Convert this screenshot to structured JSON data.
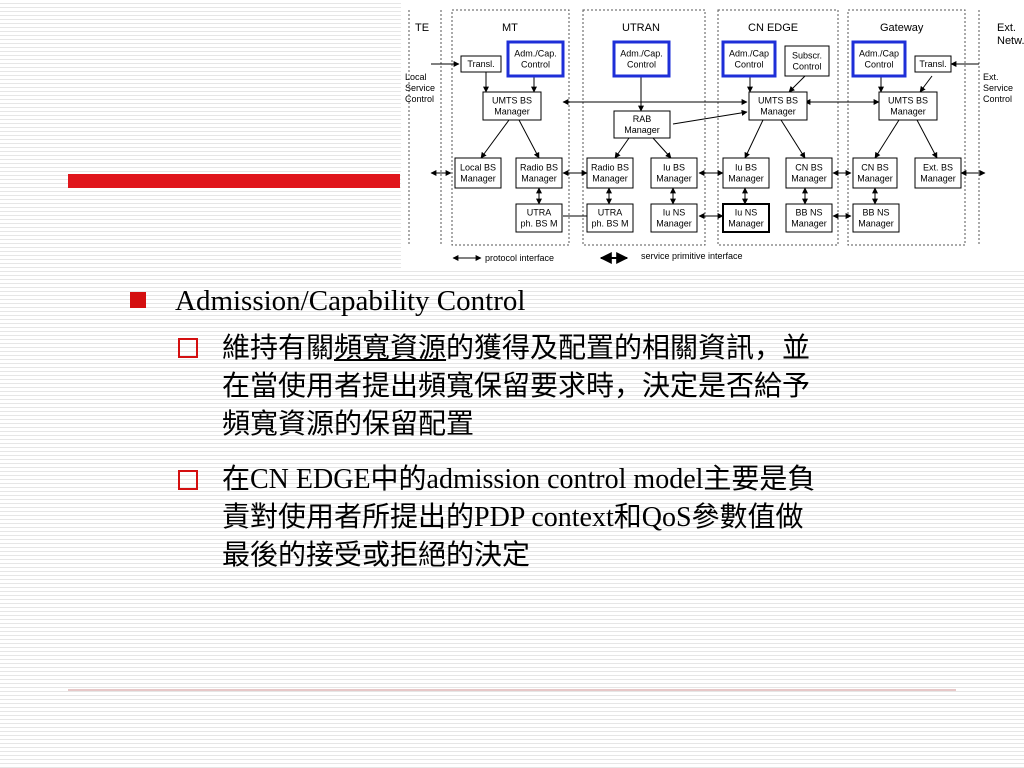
{
  "diagram": {
    "columns": [
      "TE",
      "MT",
      "UTRAN",
      "CN EDGE",
      "Gateway",
      "Ext. Netw."
    ],
    "side_labels": {
      "left": "Local Service Control",
      "right": "Ext. Service Control"
    },
    "boxes": {
      "mt_transl": "Transl.",
      "mt_adm": "Adm./Cap. Control",
      "mt_umts": "UMTS BS Manager",
      "mt_local": "Local BS Manager",
      "mt_radio": "Radio BS Manager",
      "mt_utra": "UTRA ph. BS M",
      "ut_adm": "Adm./Cap. Control",
      "ut_rab": "RAB Manager",
      "ut_radio": "Radio BS Manager",
      "ut_iu": "Iu BS Manager",
      "ut_utra": "UTRA ph. BS M",
      "ut_iuns": "Iu NS Manager",
      "cn_adm": "Adm./Cap Control",
      "cn_subscr": "Subscr. Control",
      "cn_umts": "UMTS BS Manager",
      "cn_iu": "Iu BS Manager",
      "cn_cnbs": "CN BS Manager",
      "cn_iuns": "Iu NS Manager",
      "cn_bbns": "BB NS Manager",
      "gw_adm": "Adm./Cap Control",
      "gw_transl": "Transl.",
      "gw_umts": "UMTS BS Manager",
      "gw_cnbs": "CN BS Manager",
      "gw_ext": "Ext. BS Manager",
      "gw_bbns": "BB NS Manager"
    },
    "legend": {
      "protocol": "protocol interface",
      "primitive": "service primitive interface"
    },
    "highlight_color": "#1e2fd8"
  },
  "slide": {
    "bullet_title": "Admission/Capability Control",
    "sub1_line1_pre": "維持有關",
    "sub1_line1_underlined": "頻寬資源",
    "sub1_line1_post": "的獲得及配置的相關資訊，並",
    "sub1_line2": "在當使用者提出頻寬保留要求時，決定是否給予",
    "sub1_line3": "頻寬資源的保留配置",
    "sub2_line1": "在CN EDGE中的admission control model主要是負",
    "sub2_line2": "責對使用者所提出的PDP context和QoS參數值做",
    "sub2_line3": "最後的接受或拒絕的決定"
  },
  "colors": {
    "accent_red": "#e0161c",
    "bullet_red": "#d40f10"
  }
}
